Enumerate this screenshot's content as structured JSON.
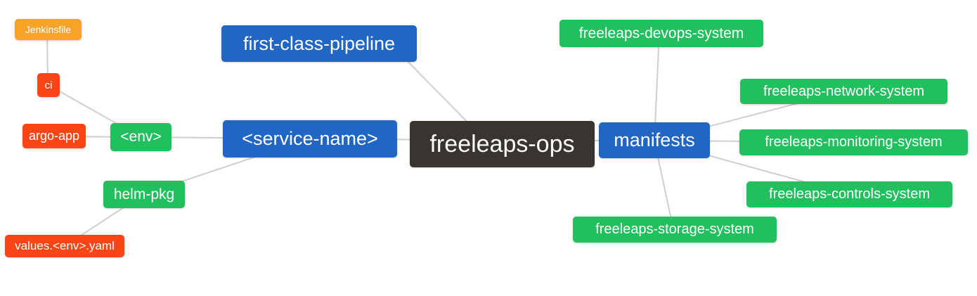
{
  "colors": {
    "orange": "#f7a327",
    "red": "#fa4616",
    "green": "#21bf5e",
    "blue": "#2166c2",
    "dark": "#3a3430",
    "edge": "#cfcfcf",
    "background": "#ffffff",
    "text": "#ffffff"
  },
  "nodes": {
    "jenkinsfile": {
      "label": "Jenkinsfile",
      "color": "orange"
    },
    "ci": {
      "label": "ci",
      "color": "red"
    },
    "argo_app": {
      "label": "argo-app",
      "color": "red"
    },
    "env": {
      "label": "<env>",
      "color": "green"
    },
    "helm_pkg": {
      "label": "helm-pkg",
      "color": "green"
    },
    "values_env_yaml": {
      "label": "values.<env>.yaml",
      "color": "red"
    },
    "first_class_pipeline": {
      "label": "first-class-pipeline",
      "color": "blue"
    },
    "service_name": {
      "label": "<service-name>",
      "color": "blue"
    },
    "freeleaps_ops": {
      "label": "freeleaps-ops",
      "color": "dark"
    },
    "manifests": {
      "label": "manifests",
      "color": "blue"
    },
    "devops_system": {
      "label": "freeleaps-devops-system",
      "color": "green"
    },
    "network_system": {
      "label": "freeleaps-network-system",
      "color": "green"
    },
    "monitoring_system": {
      "label": "freeleaps-monitoring-system",
      "color": "green"
    },
    "controls_system": {
      "label": "freeleaps-controls-system",
      "color": "green"
    },
    "storage_system": {
      "label": "freeleaps-storage-system",
      "color": "green"
    }
  },
  "edges": [
    [
      "jenkinsfile",
      "ci"
    ],
    [
      "ci",
      "env"
    ],
    [
      "argo_app",
      "env"
    ],
    [
      "env",
      "service_name"
    ],
    [
      "helm_pkg",
      "service_name"
    ],
    [
      "values_env_yaml",
      "helm_pkg"
    ],
    [
      "first_class_pipeline",
      "freeleaps_ops"
    ],
    [
      "service_name",
      "freeleaps_ops"
    ],
    [
      "freeleaps_ops",
      "manifests"
    ],
    [
      "manifests",
      "devops_system"
    ],
    [
      "manifests",
      "network_system"
    ],
    [
      "manifests",
      "monitoring_system"
    ],
    [
      "manifests",
      "controls_system"
    ],
    [
      "manifests",
      "storage_system"
    ]
  ]
}
